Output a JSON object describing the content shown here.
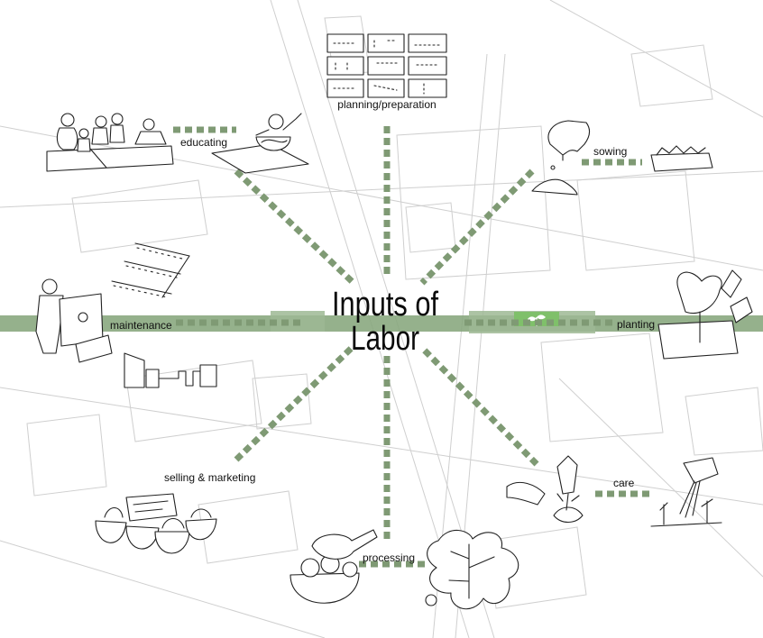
{
  "title": {
    "line1": "Inputs of",
    "line2": "Labor"
  },
  "labels": {
    "planning": "planning/preparation",
    "sowing": "sowing",
    "educating": "educating",
    "maintenance": "maintenance",
    "planting": "planting",
    "selling": "selling & marketing",
    "care": "care",
    "processing": "processing"
  },
  "icons": {
    "planning": "calendar-grid-icon",
    "sowing": "hand-sowing-seed-icon",
    "sowing_tray": "seed-tray-icon",
    "educating_group": "children-group-icon",
    "educating_bowl": "child-with-bowl-icon",
    "maintenance_worker": "worker-with-compost-bin-icon",
    "maintenance_irrigation": "irrigation-lines-icon",
    "maintenance_water": "water-system-icon",
    "planting": "planting-seedling-icon",
    "care_weeding": "hand-weeding-icon",
    "care_watering": "watering-can-icon",
    "selling": "market-baskets-icon",
    "processing_bowl": "produce-bowl-icon",
    "processing_plant": "harvested-plant-icon",
    "seedling": "seedling-icon"
  },
  "colors": {
    "accent": "#7f9a74",
    "band": "#86a67c",
    "band_light": "#9db894",
    "band_highlight": "#7fc06a",
    "streets": "#cfcfcf"
  }
}
